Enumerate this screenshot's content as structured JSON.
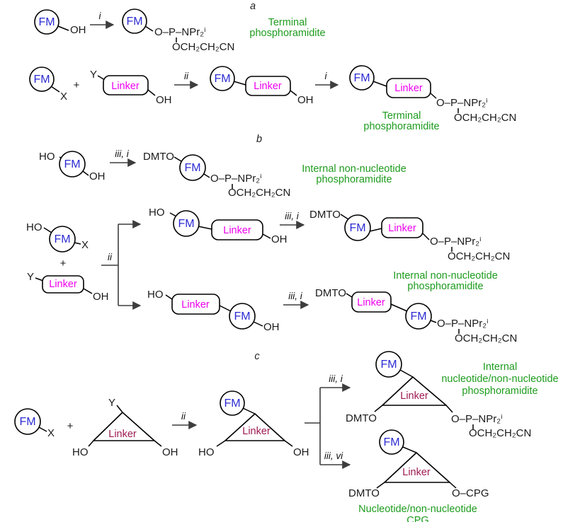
{
  "palette": {
    "fm_blue": "#2b2bd2",
    "linker_magenta": "#ee00ee",
    "linker_maroon": "#9e1a52",
    "caption_green": "#1e9c1e",
    "bond_black": "#1a1a1a",
    "arrow_gray": "#3d3d3d"
  },
  "atoms": {
    "fm": "FM",
    "linker": "Linker",
    "oh": "OH",
    "ho": "HO",
    "x": "X",
    "y": "Y",
    "plus": "+",
    "dmto": "DMTO",
    "phosphoramidite": "O–P–NPr₂ⁱ",
    "cyanoethyl": "OCH₂CH₂CN",
    "cpg": "O–CPG"
  },
  "steps": {
    "i": "i",
    "ii": "ii",
    "iii_i": "iii, i",
    "iii_vi": "iii, vi"
  },
  "sections": {
    "a": "a",
    "b": "b",
    "c": "c"
  },
  "captions": {
    "terminal": {
      "l1": "Terminal",
      "l2": "phosphoramidite"
    },
    "internal_non_nucleotide": {
      "l1": "Internal non-nucleotide",
      "l2": "phosphoramidite"
    },
    "internal_nucleotide": {
      "l1": "Internal",
      "l2": "nucleotide/non-nucleotide",
      "l3": "phosphoramidite"
    },
    "cpg_support": {
      "l1": "Nucleotide/non-nucleotide",
      "l2": "CPG"
    }
  }
}
